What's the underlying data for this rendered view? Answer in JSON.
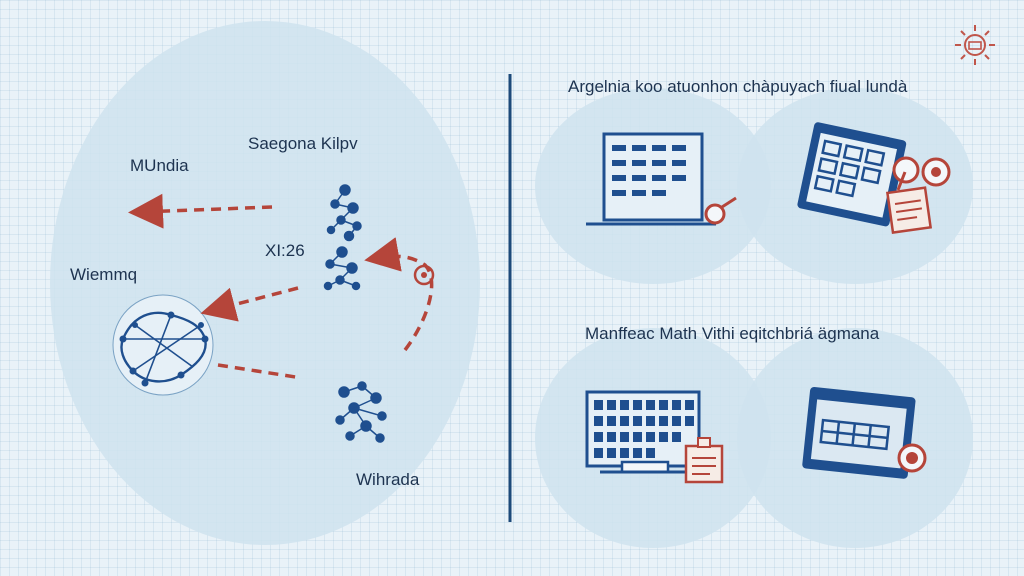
{
  "left_panel": {
    "labels": {
      "top_center": "Saegona Kilpv",
      "top_left": "MUndia",
      "middle": "XI:26",
      "left": "Wiemmq",
      "bottom": "Wihrada"
    }
  },
  "right_panel": {
    "top_heading": "Argelnia koo atuonhon chàpuyach fiual lundà",
    "bottom_heading": "Manffeac Math Vithi eqitchbriá ägmana"
  },
  "colors": {
    "accent_red": "#b5453a",
    "ink_blue": "#1f4f8f",
    "bubble": "#cfe3ef",
    "divider": "#1d4a7a"
  },
  "icons": [
    "sun-badge-icon",
    "laptop-icon",
    "tablet-icon",
    "clipboard-icon",
    "magnifier-icon",
    "gear-icon",
    "network-node-icon",
    "molecule-cluster-icon"
  ]
}
